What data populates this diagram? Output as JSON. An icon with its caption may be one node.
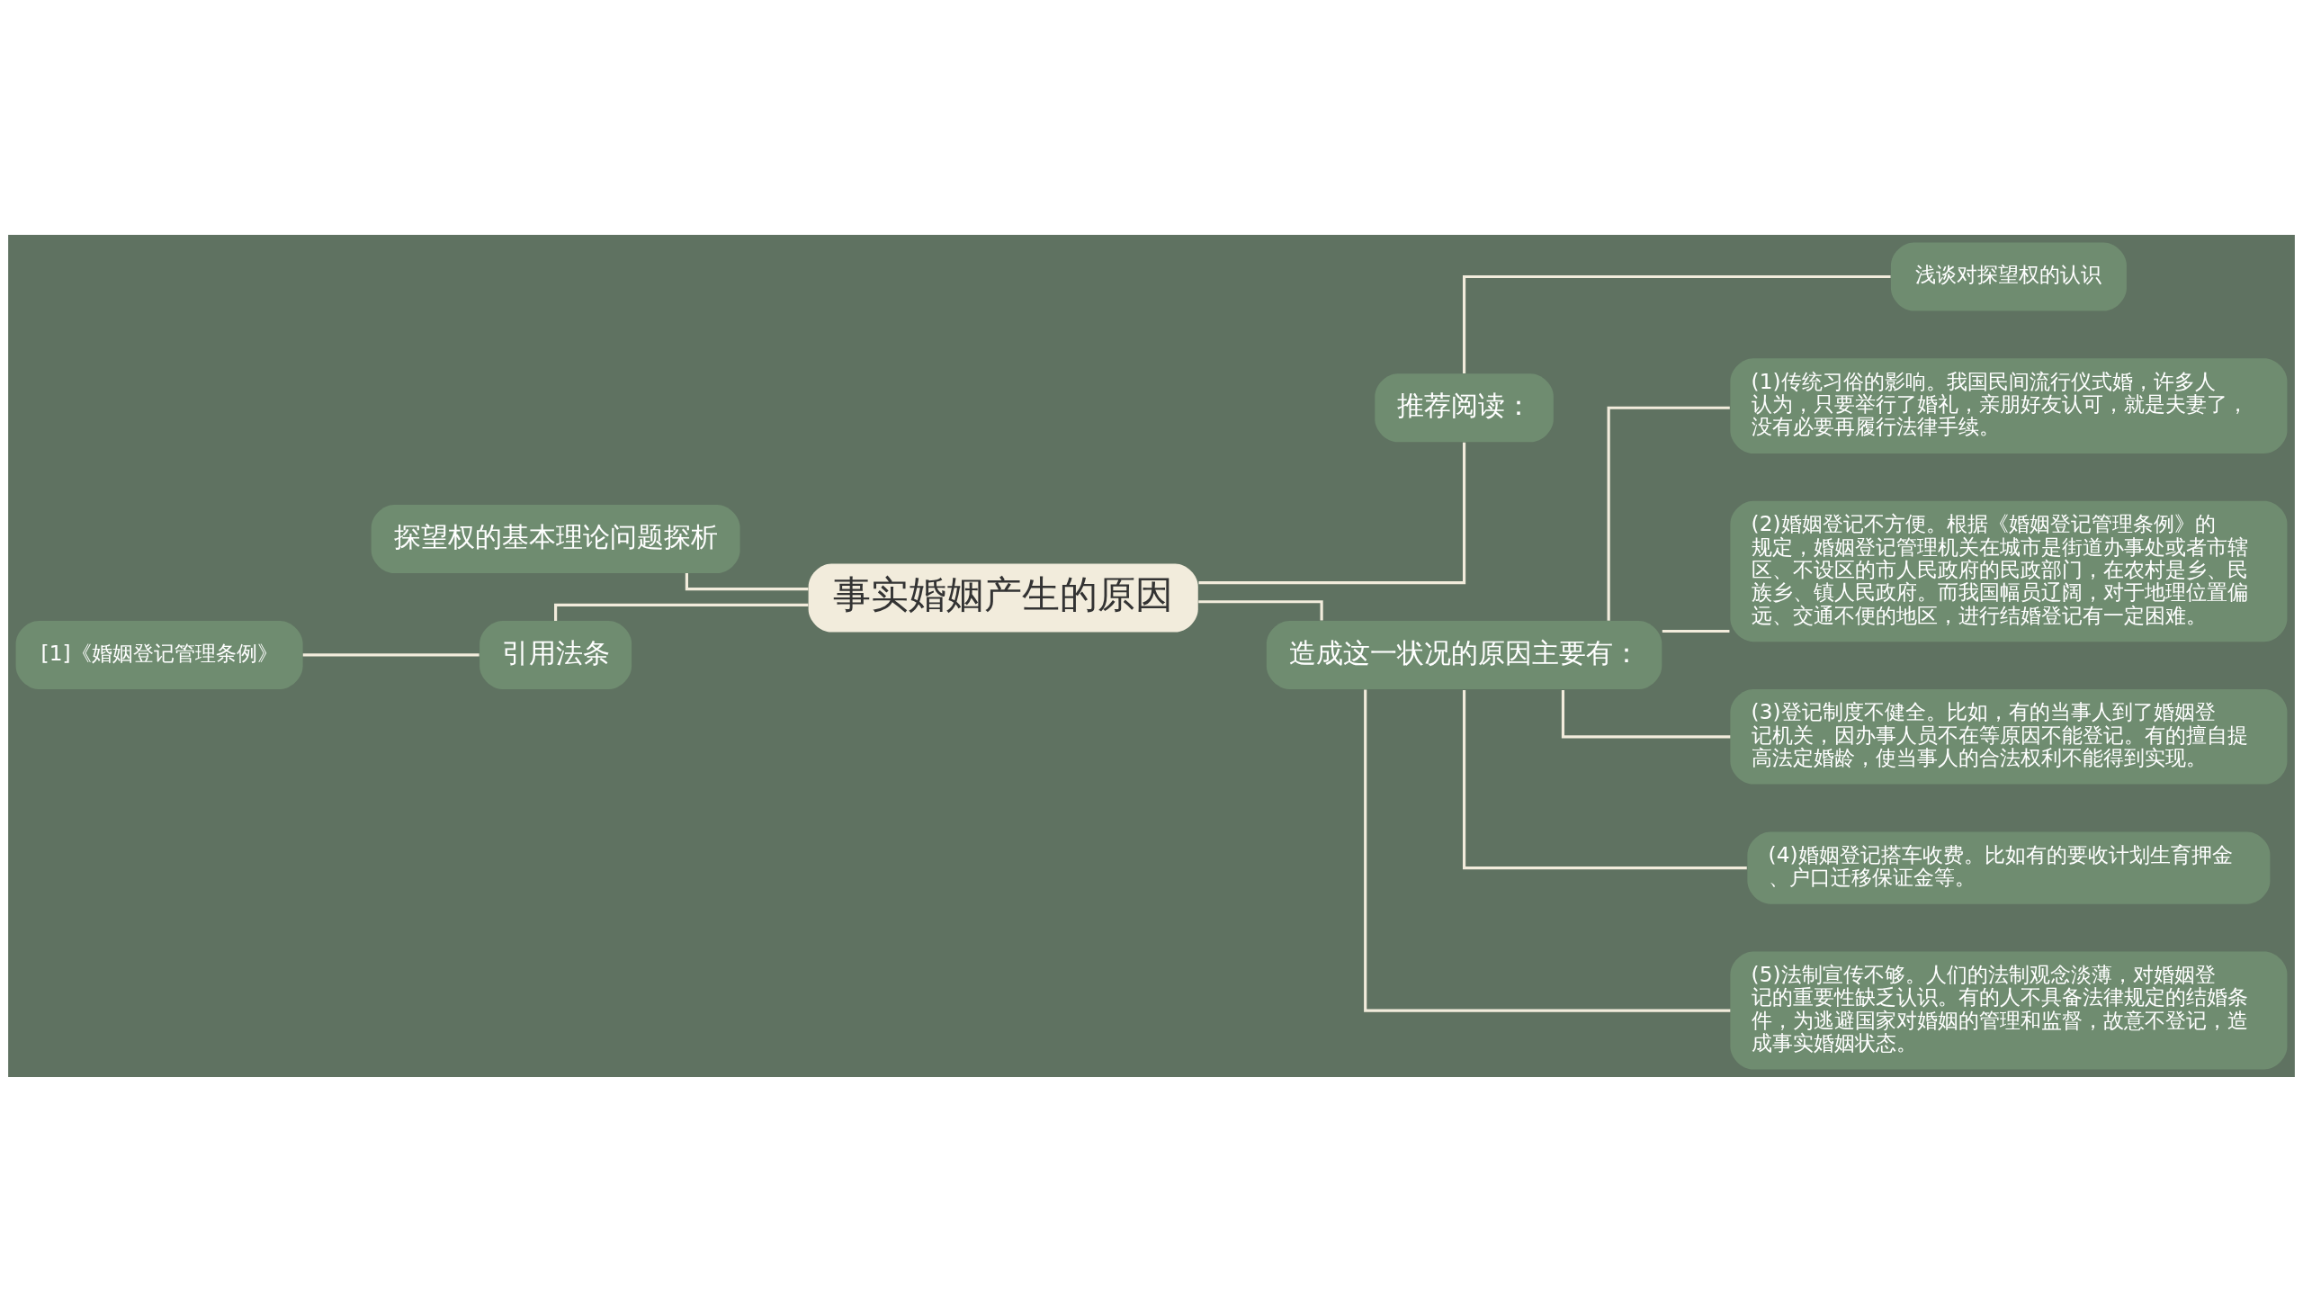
{
  "diagram": {
    "nodes": [
      {
        "text": [
          "事实婚姻产生的原因"
        ]
      },
      {
        "text": [
          "推荐阅读："
        ]
      },
      {
        "text": [
          "浅谈对探望权的认识"
        ]
      },
      {
        "text": [
          "造成这一状况的原因主要有："
        ]
      },
      {
        "text": [
          "(1)传统习俗的影响。我国民间流行仪式婚，许多人认为，只要举行了婚礼，亲朋好友认可，就是夫妻了，没有必要再履行法律手续。"
        ]
      },
      {
        "text": [
          "(2)婚姻登记不方便。根据《婚姻登记管理条例》的规定，婚姻登记管理机关在城市是街道办事处或者市辖区、不设区的市人民政府的民政部门，在农村是乡、民族乡、镇人民政府。而我国幅员辽阔，对于地理位置偏远、交通不便的地区，进行结婚登记有一定困难。"
        ]
      },
      {
        "text": [
          "(3)登记制度不健全。比如，有的当事人到了婚姻登记机关，因办事人员不在等原因不能登记。有的擅自提高法定婚龄，使当事人的合法权利不能得到实现。"
        ]
      },
      {
        "text": [
          "(4)婚姻登记搭车收费。比如有的要收计划生育押金、户口迁移保证金等。"
        ]
      },
      {
        "text": [
          "(5)法制宣传不够。人们的法制观念淡薄，对婚姻登记的重要性缺乏认识。有的人不具备法律规定的结婚条件，为逃避国家对婚姻的管理和监督，故意不登记，造成事实婚姻状态。"
        ]
      },
      {
        "text": [
          "探望权的基本理论问题探析"
        ]
      },
      {
        "text": [
          "引用法条"
        ]
      },
      {
        "text": [
          "[1]《婚姻登记管理条例》"
        ]
      }
    ],
    "edges": [
      {
        "from": 0,
        "to": 1,
        "arrow": "none"
      },
      {
        "from": 1,
        "to": 2,
        "arrow": "none"
      },
      {
        "from": 0,
        "to": 3,
        "arrow": "none"
      },
      {
        "from": 3,
        "to": 4,
        "arrow": "none"
      },
      {
        "from": 3,
        "to": 5,
        "arrow": "none"
      },
      {
        "from": 3,
        "to": 6,
        "arrow": "none"
      },
      {
        "from": 3,
        "to": 7,
        "arrow": "none"
      },
      {
        "from": 3,
        "to": 8,
        "arrow": "none"
      },
      {
        "from": 0,
        "to": 9,
        "arrow": "none"
      },
      {
        "from": 0,
        "to": 10,
        "arrow": "none"
      },
      {
        "from": 10,
        "to": 11,
        "arrow": "none"
      }
    ]
  }
}
